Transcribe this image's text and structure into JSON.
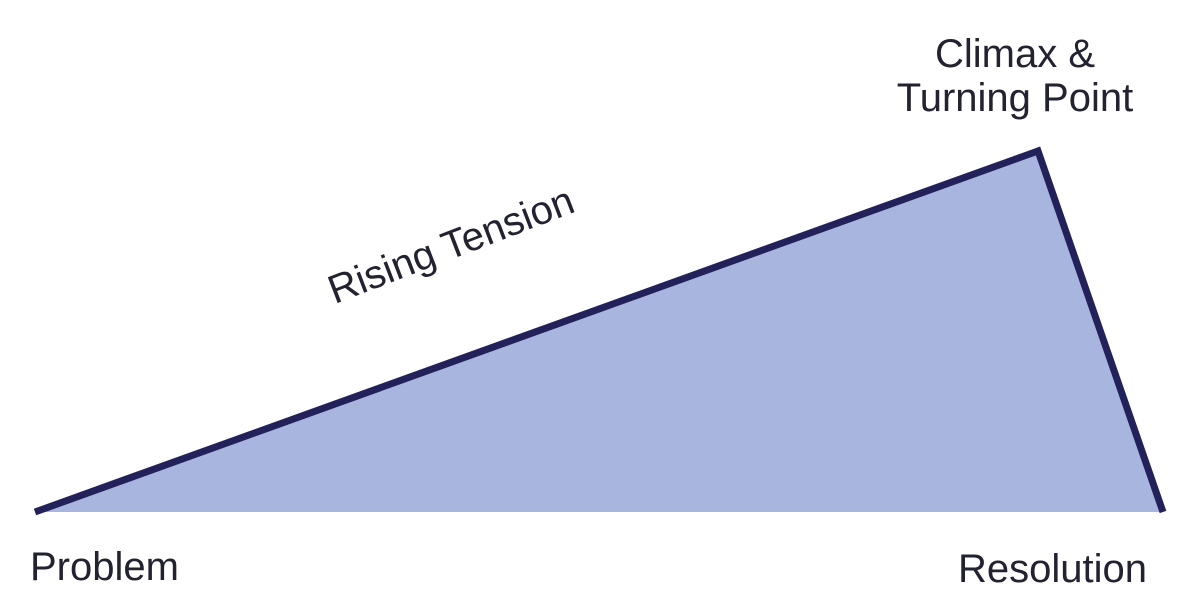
{
  "diagram": {
    "labels": {
      "climax_line1": "Climax &",
      "climax_line2": "Turning Point",
      "rising": "Rising Tension",
      "problem": "Problem",
      "resolution": "Resolution"
    },
    "colors": {
      "fill": "#a8b6df",
      "stroke": "#23215a",
      "text": "#222230"
    }
  }
}
